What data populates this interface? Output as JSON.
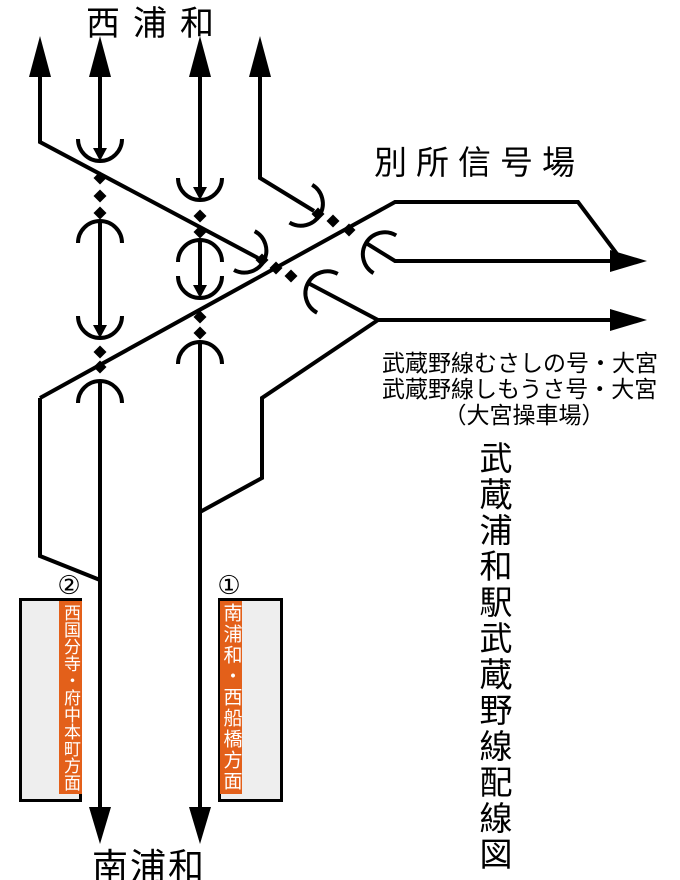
{
  "diagram": {
    "station_top": "西浦和",
    "station_bottom": "南浦和",
    "signal_station": "別所信号場",
    "right_track_notes": [
      "武蔵野線むさしの号・大宮",
      "武蔵野線しもうさ号・大宮",
      "（大宮操車場）"
    ],
    "caption_vertical": "武蔵浦和駅武蔵野線配線図",
    "platforms": [
      {
        "number": "②",
        "direction": "西国分寺・府中本町方面"
      },
      {
        "number": "①",
        "direction": "南浦和・西船橋方面"
      }
    ],
    "colors": {
      "track": "#000000",
      "platform_fill": "#eeeeee",
      "platform_border": "#000000",
      "direction_sign_bg": "#e3601a",
      "direction_sign_text": "#ffffff"
    }
  }
}
